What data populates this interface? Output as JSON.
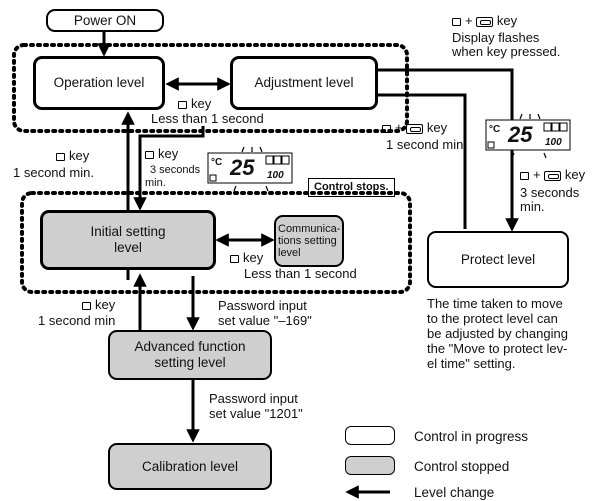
{
  "levels": {
    "power_on": "Power ON",
    "operation": "Operation level",
    "adjustment": "Adjustment level",
    "initial": "Initial setting level",
    "communications": "Communica-tions setting level",
    "protect": "Protect level",
    "advanced": "Advanced function setting level",
    "calibration": "Calibration level"
  },
  "labels": {
    "key": "key",
    "less_than_1s_top": "Less than 1 second",
    "less_than_1s_mid": "Less than 1 second",
    "one_second_min_left": "1 second min.",
    "one_second_min_right": "1 second min.",
    "three_seconds_min_line1": "3 seconds",
    "three_seconds_min_line2": "min.",
    "right_three_seconds_line1": "3 seconds",
    "right_three_seconds_line2": "min.",
    "one_second_min_bottom": "1 second min",
    "plus": "+",
    "display_flashes_line1": "Display flashes",
    "display_flashes_line2": "when key pressed.",
    "control_stops": "Control stops.",
    "password_1_line1": "Password input",
    "password_1_line2": "set value \"–169\"",
    "password_2_line1": "Password input",
    "password_2_line2": "set value \"1201\"",
    "protect_note": [
      "The time taken to move",
      "to the protect level can",
      "be adjusted by changing",
      "the \"Move to protect lev-",
      "el time\" setting."
    ],
    "display_unit": "°C",
    "display_value": "25",
    "display_sub_value": "100"
  },
  "legend": {
    "in_progress": "Control in progress",
    "stopped": "Control stopped",
    "level_change": "Level change"
  },
  "colors": {
    "stopped_fill": "#cfcfcf",
    "line": "#000000"
  }
}
